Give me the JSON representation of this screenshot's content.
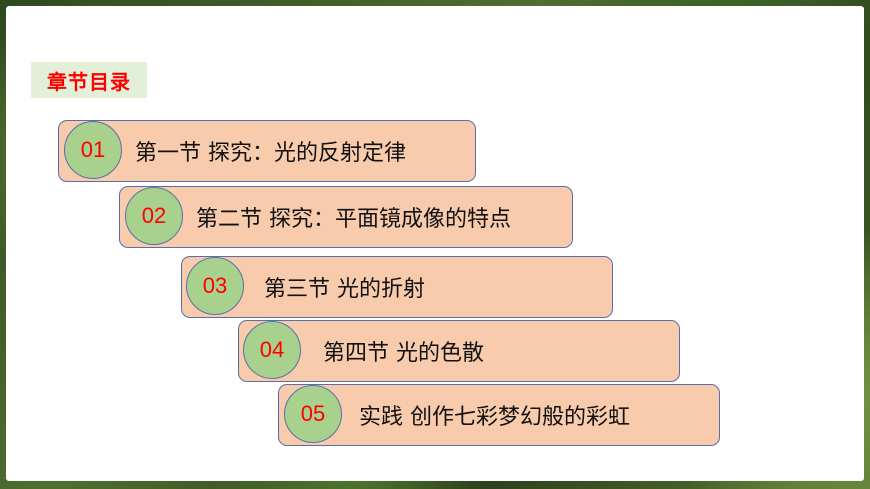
{
  "heading": "章节目录",
  "colors": {
    "slide_background": "#ffffff",
    "heading_text": "#ff0000",
    "heading_box": "#e2efd9",
    "item_fill": "#f8cbad",
    "item_border": "#5b6ea8",
    "badge_fill": "#a9d18e",
    "number_text": "#ff0000"
  },
  "items": [
    {
      "number": "01",
      "title": "第一节 探究：光的反射定律"
    },
    {
      "number": "02",
      "title": "第二节 探究：平面镜成像的特点"
    },
    {
      "number": "03",
      "title": "第三节 光的折射"
    },
    {
      "number": "04",
      "title": "第四节 光的色散"
    },
    {
      "number": "05",
      "title": "实践 创作七彩梦幻般的彩虹"
    }
  ]
}
